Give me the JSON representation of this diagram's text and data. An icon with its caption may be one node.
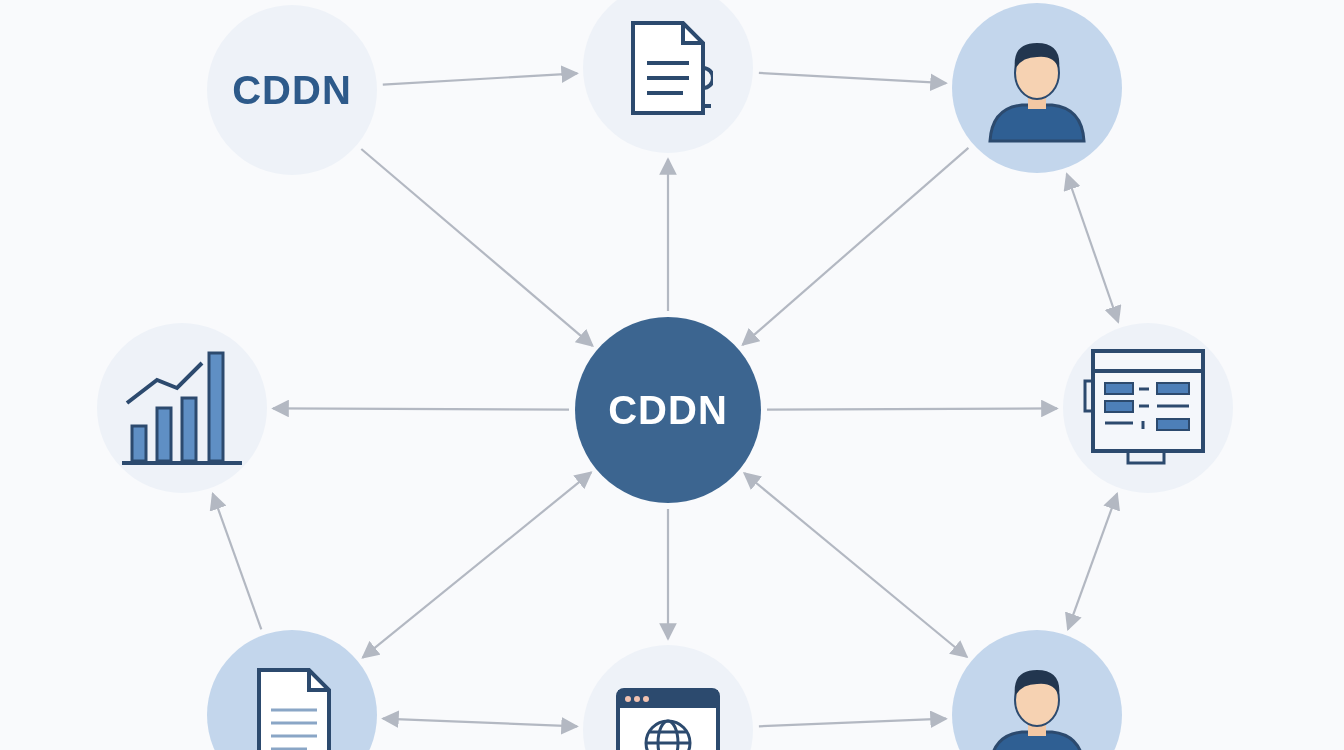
{
  "diagram": {
    "nodes": [
      {
        "text": [
          "CDDN"
        ]
      },
      {
        "text": [],
        "shape": "circle"
      },
      {
        "text": [],
        "shape": "circle"
      },
      {
        "text": [],
        "shape": "circle"
      },
      {
        "text": [
          "CDDN"
        ]
      },
      {
        "text": [],
        "shape": "circle"
      },
      {
        "text": [],
        "shape": "circle"
      },
      {
        "text": [],
        "shape": "circle"
      },
      {
        "text": [],
        "shape": "circle"
      }
    ],
    "edges": [
      {
        "from": 0,
        "to": 1,
        "arrow": "to"
      },
      {
        "from": 1,
        "to": 2,
        "arrow": "to"
      },
      {
        "from": 0,
        "to": 4,
        "arrow": "to"
      },
      {
        "from": 4,
        "to": 1,
        "arrow": "to"
      },
      {
        "from": 2,
        "to": 4,
        "arrow": "to"
      },
      {
        "from": 2,
        "to": 5,
        "arrow": "both"
      },
      {
        "from": 4,
        "to": 3,
        "arrow": "to"
      },
      {
        "from": 4,
        "to": 5,
        "arrow": "to"
      },
      {
        "from": 4,
        "to": 6,
        "arrow": "both"
      },
      {
        "from": 4,
        "to": 7,
        "arrow": "to"
      },
      {
        "from": 4,
        "to": 8,
        "arrow": "both"
      },
      {
        "from": 6,
        "to": 3,
        "arrow": "to"
      },
      {
        "from": 8,
        "to": 5,
        "arrow": "both"
      },
      {
        "from": 6,
        "to": 7,
        "arrow": "both"
      },
      {
        "from": 7,
        "to": 8,
        "arrow": "to"
      }
    ]
  }
}
